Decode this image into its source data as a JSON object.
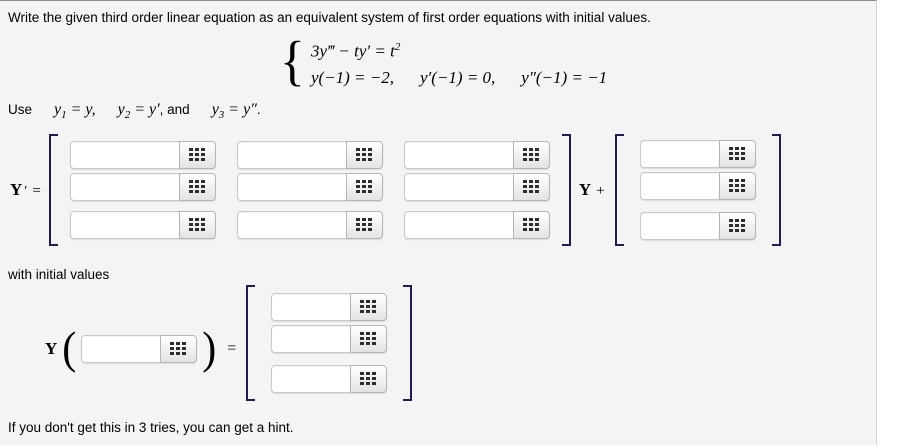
{
  "prompt": "Write the given third order linear equation as an equivalent system of first order equations with initial values.",
  "equation": {
    "brace": "{",
    "line1": {
      "body": "3y‴ − ty′ = t",
      "sup": "2"
    },
    "line2": [
      "y(−1) = −2,",
      "y′(−1) = 0,",
      "y″(−1) = −1"
    ]
  },
  "use_line": {
    "word": "Use",
    "defs": [
      {
        "base": "y",
        "sub": "1",
        "rest": " = y,",
        "suffix": ""
      },
      {
        "base": "y",
        "sub": "2",
        "rest": " = y′",
        "suffix": ", and"
      },
      {
        "base": "y",
        "sub": "3",
        "rest": " = y″",
        "suffix": "."
      }
    ]
  },
  "matrix_row": {
    "lhs_y": "Y",
    "lhs_prime": "′",
    "lhs_eq": "=",
    "mid_y": "Y",
    "mid_plus": "+"
  },
  "initial_row": {
    "label": "with initial values",
    "y": "Y",
    "open_paren": "(",
    "close_paren": ")",
    "eq": "="
  },
  "hint": "If you don't get this in 3 tries, you can get a hint.",
  "inputs": {
    "matrix": [
      [
        "",
        "",
        ""
      ],
      [
        "",
        "",
        ""
      ],
      [
        "",
        "",
        ""
      ]
    ],
    "vector": [
      "",
      "",
      ""
    ],
    "time": "",
    "initial_vector": [
      "",
      "",
      ""
    ]
  },
  "colors": {
    "panel_bg": "#f4f4f4",
    "bracket": "#1d1d52",
    "keypad_icon": "#2e2e2e",
    "button_gradient_top": "#ffffff",
    "button_gradient_bottom": "#e3e3e3"
  }
}
